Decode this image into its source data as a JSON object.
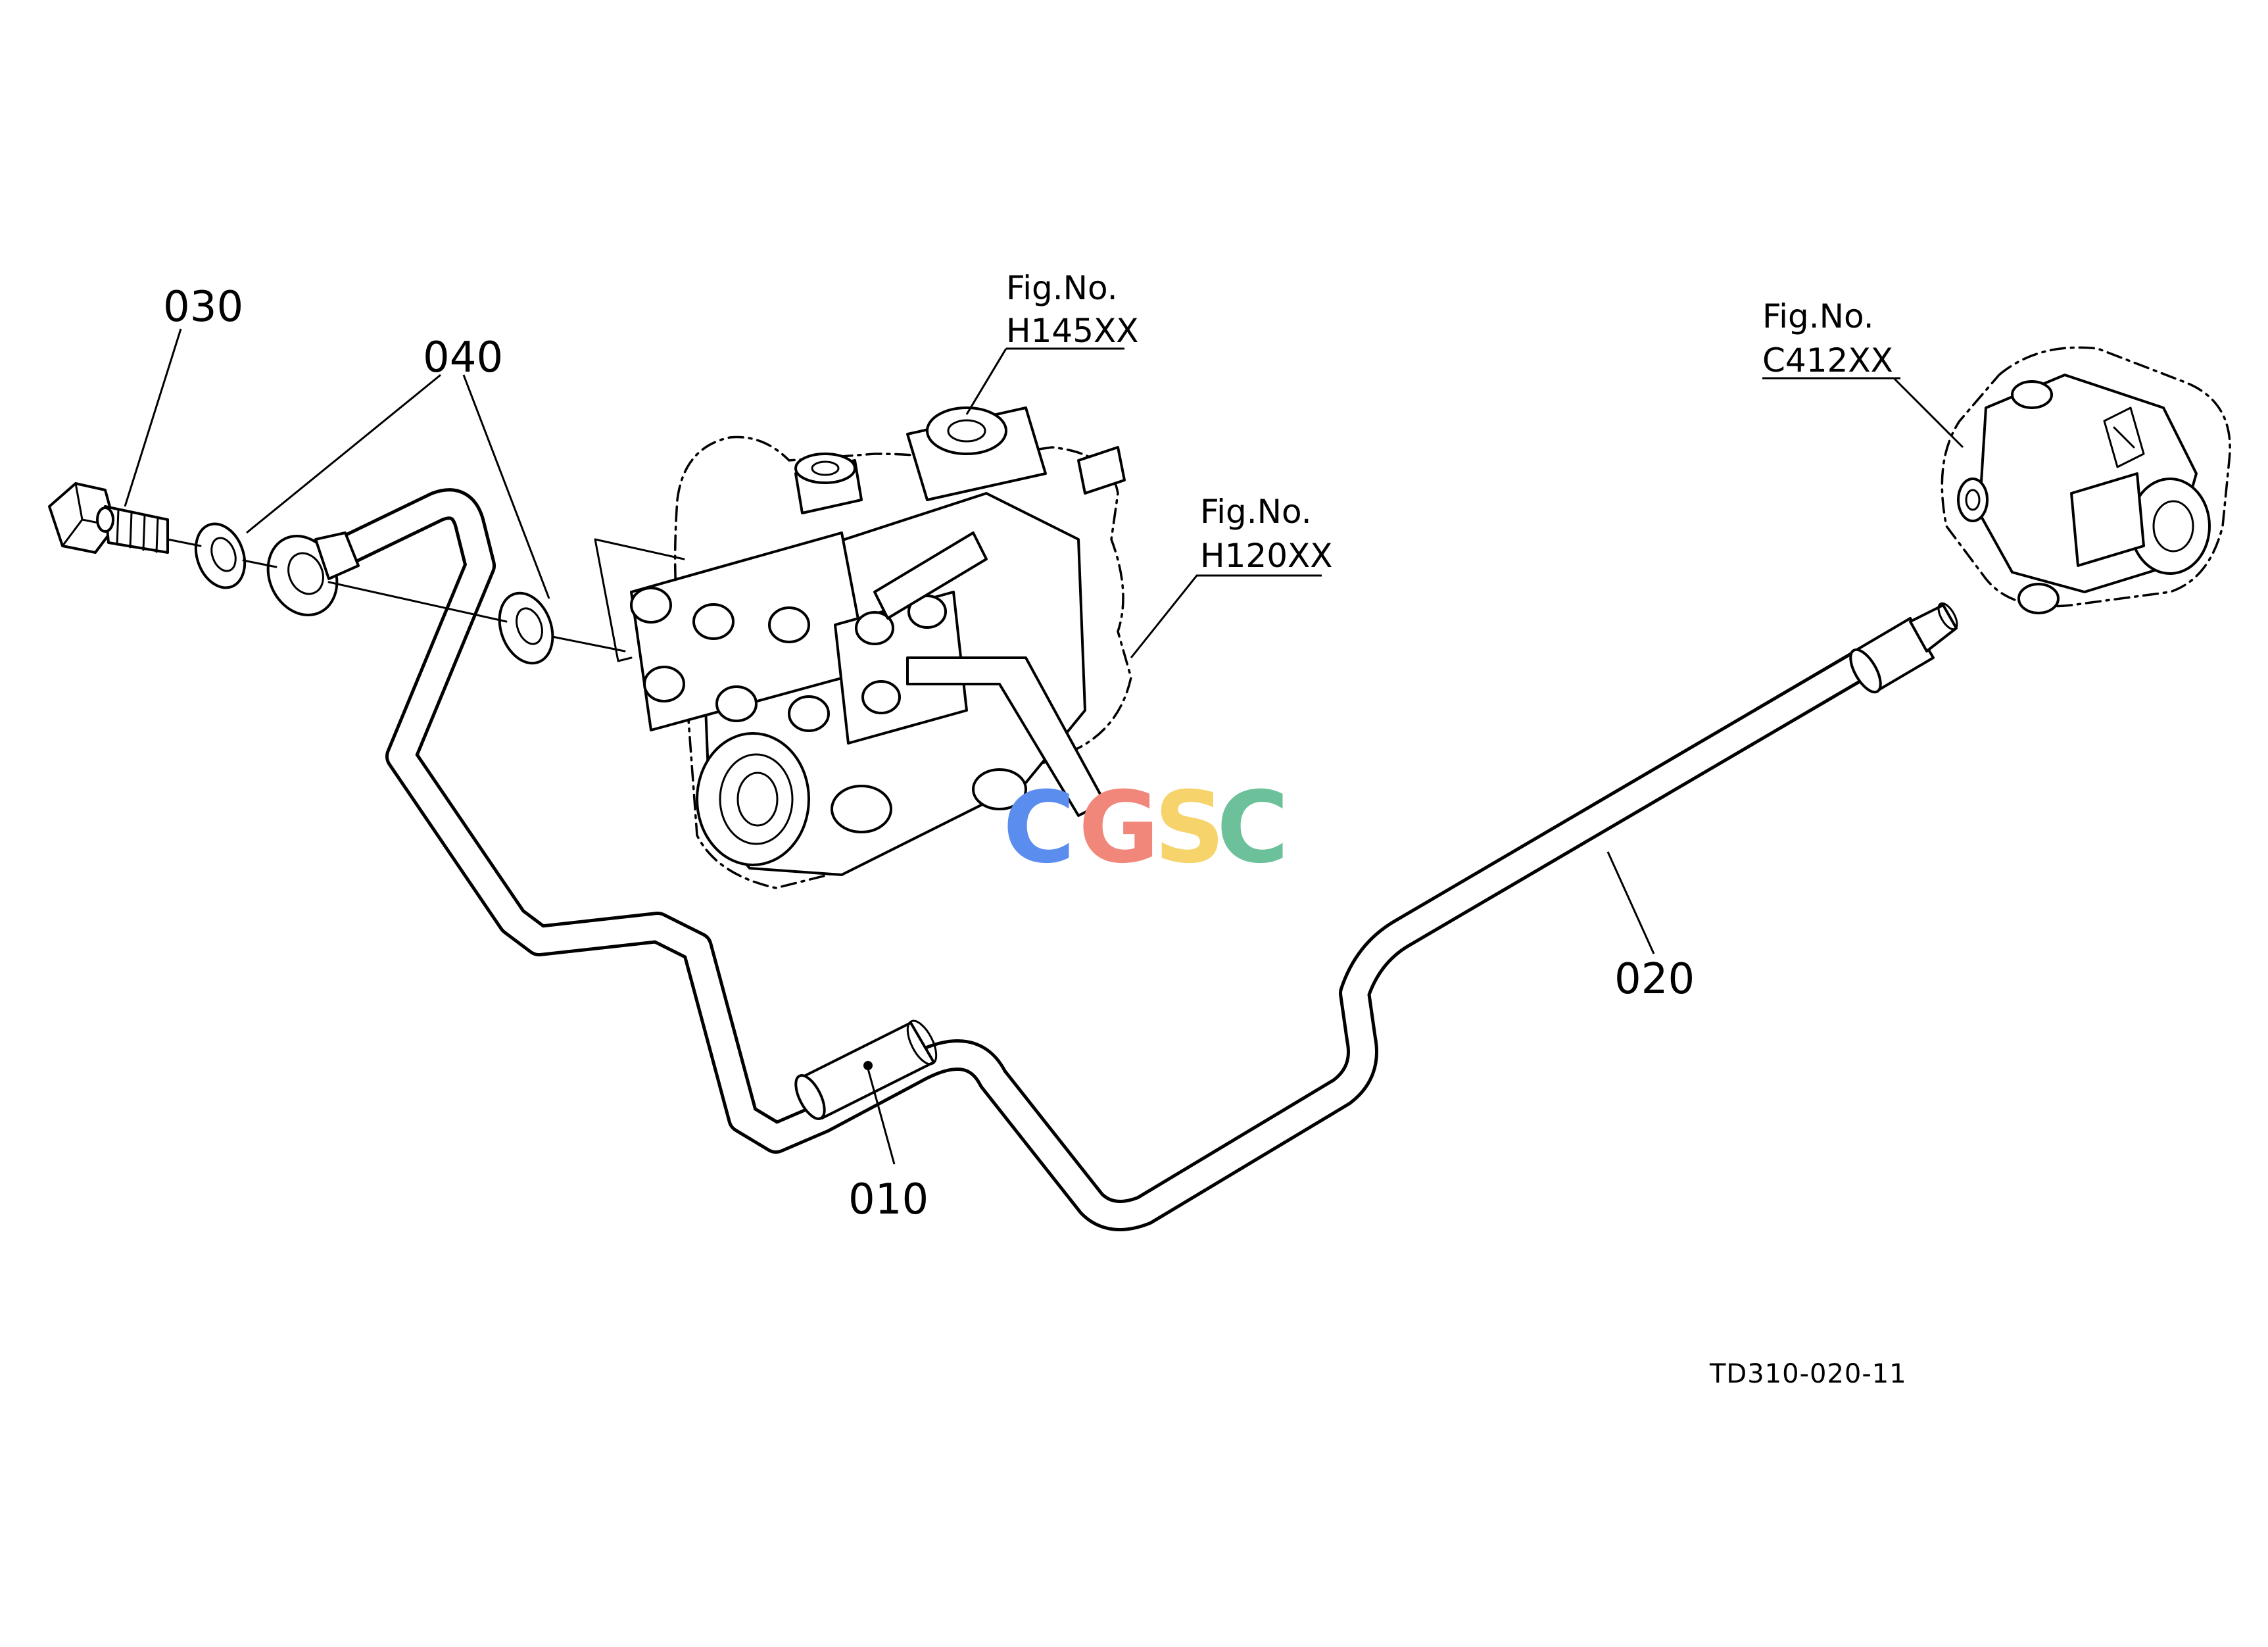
{
  "callouts": {
    "c010": "010",
    "c020": "020",
    "c030": "030",
    "c040": "040"
  },
  "figure_refs": [
    {
      "caption": "Fig.No.",
      "code": "H145XX"
    },
    {
      "caption": "Fig.No.",
      "code": "H120XX"
    },
    {
      "caption": "Fig.No.",
      "code": "C412XX"
    }
  ],
  "drawing_ref": "TD310-020-11",
  "watermark": {
    "letters": [
      "C",
      "G",
      "S",
      "C"
    ],
    "colors": [
      "#5b8def",
      "#f0877a",
      "#f6d36b",
      "#6cc19a"
    ]
  }
}
